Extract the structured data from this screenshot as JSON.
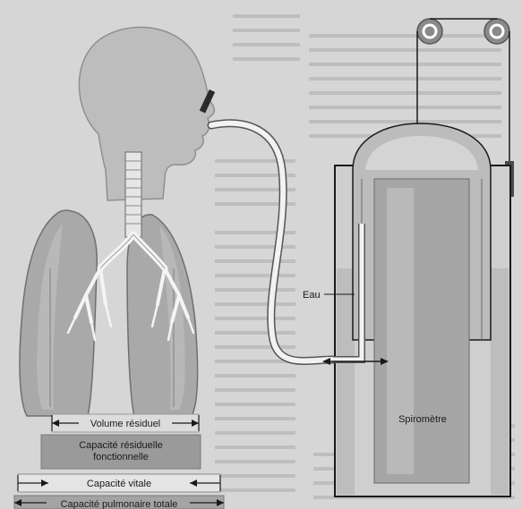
{
  "labels": {
    "eau": "Eau",
    "spirometre": "Spiromètre",
    "volume_residuel": "Volume résiduel",
    "capacite_residuelle_fonctionnelle": "Capacité résiduelle fonctionnelle",
    "capacite_vitale": "Capacité vitale",
    "capacite_pulmonaire_totale": "Capacité pulmonaire totale"
  },
  "colors": {
    "background": "#d9d9d9",
    "body_gray": "#bdbdbd",
    "lung_gray": "#a9a9a9",
    "bar_dark": "#9a9a9a",
    "bar_light": "#dcdcdc",
    "line": "#1a1a1a"
  }
}
